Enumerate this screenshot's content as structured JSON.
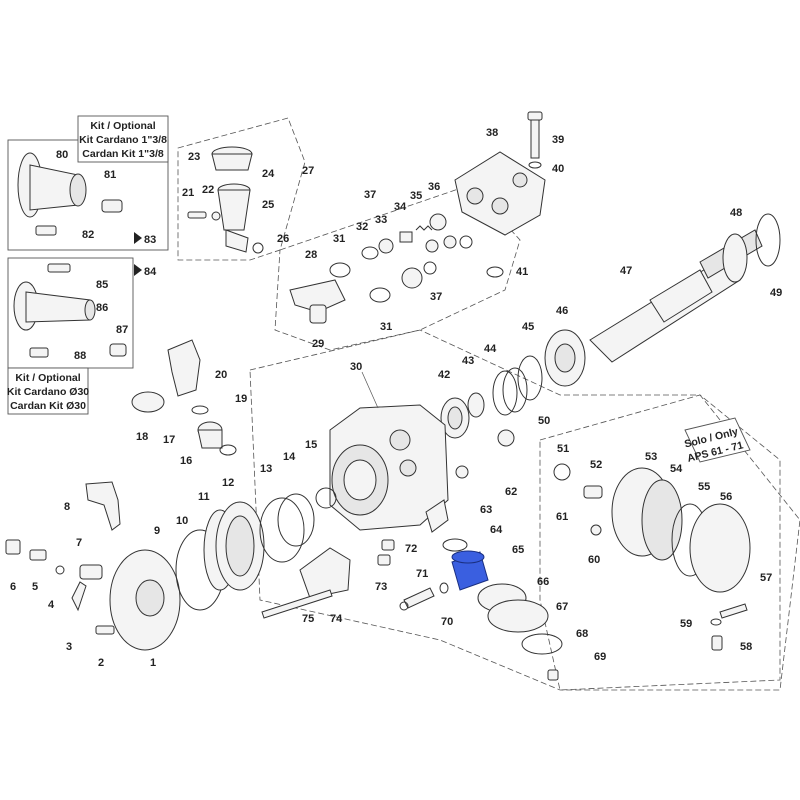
{
  "labels": {
    "p1": "1",
    "p2": "2",
    "p3": "3",
    "p4": "4",
    "p5": "5",
    "p6": "6",
    "p7": "7",
    "p8": "8",
    "p9": "9",
    "p10": "10",
    "p11": "11",
    "p12": "12",
    "p13": "13",
    "p14": "14",
    "p15": "15",
    "p16": "16",
    "p17": "17",
    "p18": "18",
    "p19": "19",
    "p20": "20",
    "p21": "21",
    "p22": "22",
    "p23": "23",
    "p24": "24",
    "p25": "25",
    "p26": "26",
    "p27": "27",
    "p28": "28",
    "p29": "29",
    "p30": "30",
    "p31a": "31",
    "p31b": "31",
    "p32": "32",
    "p33": "33",
    "p34": "34",
    "p35": "35",
    "p36": "36",
    "p37a": "37",
    "p37b": "37",
    "p38": "38",
    "p39": "39",
    "p40": "40",
    "p41": "41",
    "p42": "42",
    "p43": "43",
    "p44": "44",
    "p45": "45",
    "p46": "46",
    "p47": "47",
    "p48": "48",
    "p49": "49",
    "p50": "50",
    "p51": "51",
    "p52": "52",
    "p53": "53",
    "p54": "54",
    "p55": "55",
    "p56": "56",
    "p57": "57",
    "p58": "58",
    "p59": "59",
    "p60": "60",
    "p61": "61",
    "p62": "62",
    "p63": "63",
    "p64": "64",
    "p65": "65",
    "p66": "66",
    "p67": "67",
    "p68": "68",
    "p69": "69",
    "p70": "70",
    "p71": "71",
    "p72": "72",
    "p73": "73",
    "p74": "74",
    "p75": "75",
    "p80": "80",
    "p81": "81",
    "p82": "82",
    "p83": "83",
    "p84": "84",
    "p85": "85",
    "p86": "86",
    "p87": "87",
    "p88": "88"
  },
  "boxes": {
    "kit1": {
      "line1": "Kit / Optional",
      "line2": "Kit Cardano 1\"3/8",
      "line3": "Cardan Kit 1\"3/8"
    },
    "kit2": {
      "line1": "Kit / Optional",
      "line2": "Kit Cardano Ø30",
      "line3": "Cardan Kit Ø30"
    },
    "solo": {
      "line1": "Solo / Only",
      "line2": "APS 61 - 71"
    }
  },
  "colors": {
    "highlight": "#3a5fe0",
    "line": "#333333"
  }
}
